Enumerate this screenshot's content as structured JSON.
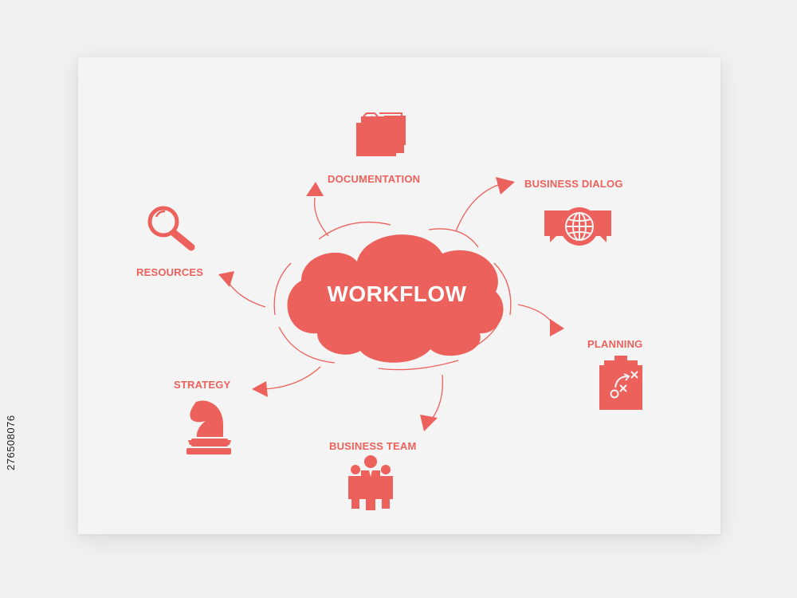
{
  "center": {
    "label": "WORKFLOW"
  },
  "nodes": {
    "documentation": {
      "label": "DOCUMENTATION",
      "icon": "folder-stack-icon"
    },
    "business_dialog": {
      "label": "BUSINESS DIALOG",
      "icon": "globe-speech-icon"
    },
    "resources": {
      "label": "RESOURCES",
      "icon": "magnifier-icon"
    },
    "planning": {
      "label": "PLANNING",
      "icon": "strategy-clipboard-icon"
    },
    "strategy": {
      "label": "STRATEGY",
      "icon": "chess-knight-icon"
    },
    "business_team": {
      "label": "BUSINESS TEAM",
      "icon": "team-people-icon"
    }
  },
  "colors": {
    "accent": "#ec615b",
    "background": "#f4f4f4",
    "text_on_accent": "#ffffff"
  },
  "stock_id": "276508076"
}
